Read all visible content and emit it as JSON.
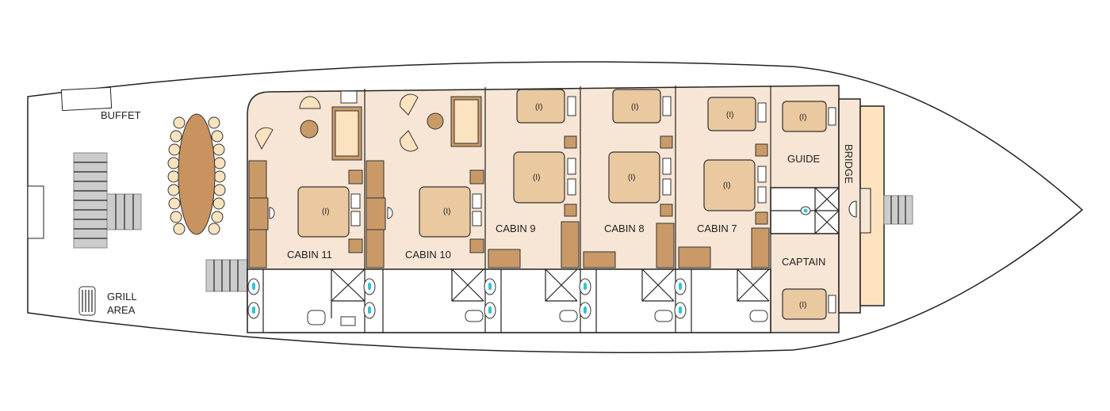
{
  "title": "Deck plan",
  "areas": {
    "buffet": "BUFFET",
    "grill_line1": "GRILL",
    "grill_line2": "AREA",
    "bridge": "BRIDGE"
  },
  "cabins": [
    {
      "name": "CABIN 11"
    },
    {
      "name": "CABIN 10"
    },
    {
      "name": "CABIN 9"
    },
    {
      "name": "CABIN 8"
    },
    {
      "name": "CABIN 7"
    },
    {
      "name": "GUIDE"
    },
    {
      "name": "CAPTAIN"
    }
  ],
  "bed_label": "(I)",
  "colors": {
    "cabin_floor": "#f7e6d5",
    "bed": "#eac8a0",
    "furniture": "#c99a68",
    "bridge_strip": "#fde3bf",
    "fixture_accent": "#2ec4d6"
  }
}
